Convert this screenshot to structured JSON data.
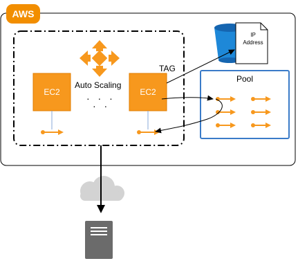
{
  "cloud_provider": {
    "name": "AWS"
  },
  "auto_scaling": {
    "label": "Auto Scaling",
    "dots_row1": "· · ·",
    "dots_row2": "· ·"
  },
  "instances": [
    {
      "label": "EC2"
    },
    {
      "label": "EC2"
    }
  ],
  "tag": {
    "label": "TAG"
  },
  "ip_store": {
    "line1": "IP",
    "line2": "Address"
  },
  "pool": {
    "label": "Pool",
    "interface_rows": 3,
    "interface_columns": 2
  },
  "colors": {
    "aws_orange": "#f28e00",
    "ec2_orange": "#f7981d",
    "pool_border": "#3a7bc8",
    "bucket_blue": "#1e88d8",
    "cloud_gray": "#d3d3d3",
    "server_gray": "#6b6b6b"
  },
  "icons": {
    "aws": "aws-badge-icon",
    "auto_scaling": "auto-scaling-arrows-icon",
    "bucket": "s3-bucket-icon",
    "document": "document-icon",
    "cloud": "internet-cloud-icon",
    "server": "server-icon",
    "interface": "elastic-network-interface-icon"
  }
}
